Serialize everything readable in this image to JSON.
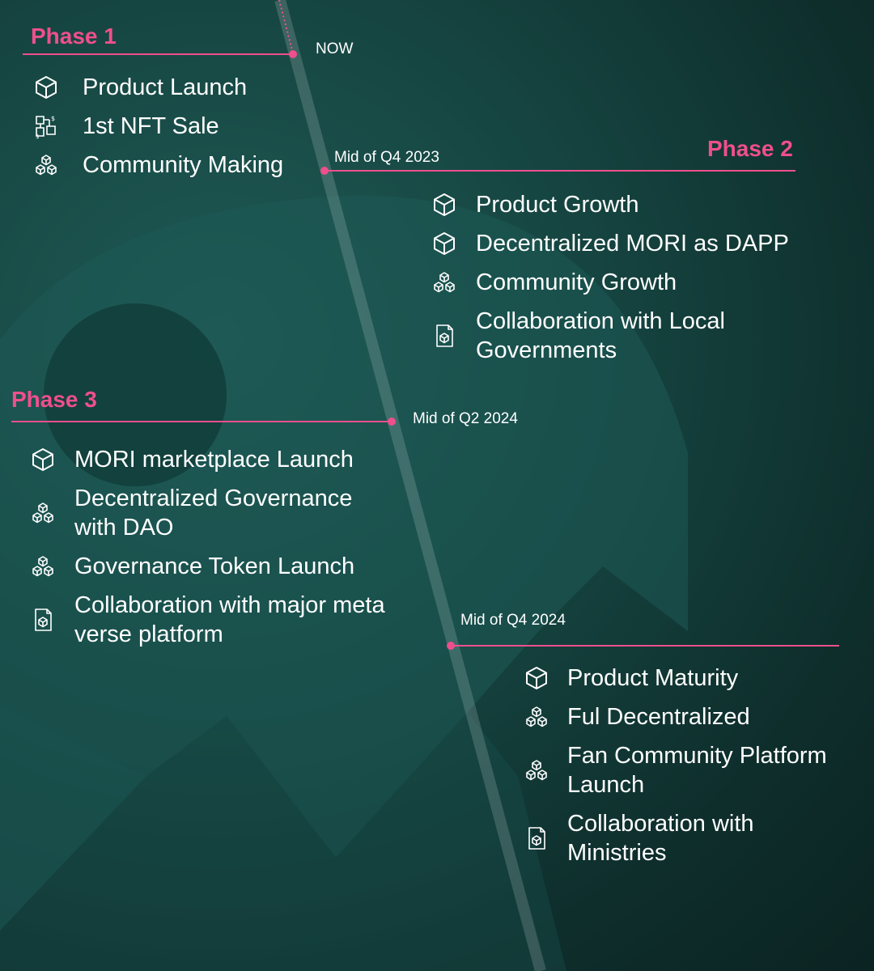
{
  "colors": {
    "accent": "#ef4f8c",
    "text": "#ffffff",
    "background": "#133f3c"
  },
  "now_label": "NOW",
  "phases": [
    {
      "title": "Phase 1",
      "items": [
        {
          "icon": "cube-icon",
          "label": "Product Launch"
        },
        {
          "icon": "nft-sale-icon",
          "label": "1st NFT Sale"
        },
        {
          "icon": "community-cubes-icon",
          "label": "Community Making"
        }
      ]
    },
    {
      "title": "Phase 2",
      "date": "Mid of Q4 2023",
      "items": [
        {
          "icon": "cube-icon",
          "label": "Product Growth"
        },
        {
          "icon": "cube-icon",
          "label": "Decentralized MORI as DAPP"
        },
        {
          "icon": "community-cubes-icon",
          "label": "Community Growth"
        },
        {
          "icon": "document-cube-icon",
          "label": "Collaboration with Local Governments"
        }
      ]
    },
    {
      "title": "Phase 3",
      "date": "Mid of Q2 2024",
      "items": [
        {
          "icon": "cube-icon",
          "label": "MORI marketplace Launch"
        },
        {
          "icon": "community-cubes-icon",
          "label": "Decentralized Governance with DAO"
        },
        {
          "icon": "community-cubes-icon",
          "label": "Governance Token Launch"
        },
        {
          "icon": "document-cube-icon",
          "label": "Collaboration with major meta verse platform"
        }
      ]
    },
    {
      "title": "",
      "date": "Mid of Q4 2024",
      "items": [
        {
          "icon": "cube-icon",
          "label": "Product Maturity"
        },
        {
          "icon": "community-cubes-icon",
          "label": "Ful Decentralized"
        },
        {
          "icon": "community-cubes-icon",
          "label": "Fan Community Platform Launch"
        },
        {
          "icon": "document-cube-icon",
          "label": "Collaboration with Ministries"
        }
      ]
    }
  ]
}
